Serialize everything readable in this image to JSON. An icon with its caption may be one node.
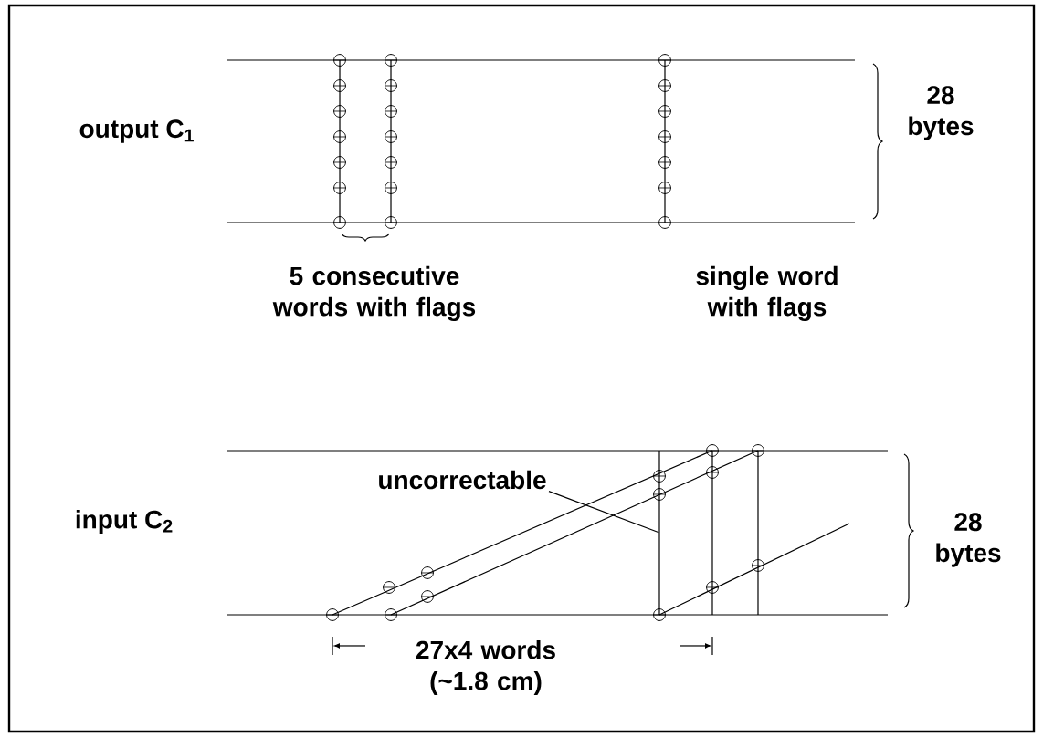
{
  "diagram": {
    "nodes": [
      {
        "text": [
          "uncorrectable"
        ]
      },
      {
        "text": [],
        "shape": "line"
      }
    ],
    "edges": [
      {
        "from": 0,
        "to": 1,
        "arrow": "none"
      }
    ],
    "labels": [
      "output C$_{1}$",
      "28 bytes",
      "5 consecutive words with flags",
      "single word with flags",
      "input C$_{2}$",
      "28 bytes",
      "27x4 words (~1.8 cm)"
    ]
  }
}
